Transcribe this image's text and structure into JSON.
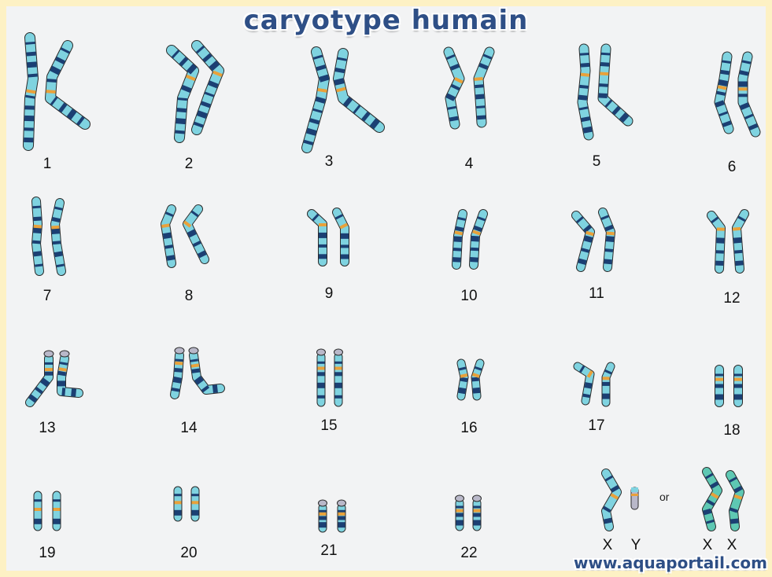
{
  "title": "caryotype humain",
  "website": "www.aquaportail.com",
  "colors": {
    "light": "#7fd3e0",
    "dark": "#1b3f73",
    "centromere": "#e9a13a",
    "satellite": "#b9b8c9",
    "outline": "#2a2a2a",
    "x_alt": "#5ec8b3"
  },
  "chromosomes": [
    {
      "label": "1"
    },
    {
      "label": "2"
    },
    {
      "label": "3"
    },
    {
      "label": "4"
    },
    {
      "label": "5"
    },
    {
      "label": "6"
    },
    {
      "label": "7"
    },
    {
      "label": "8"
    },
    {
      "label": "9"
    },
    {
      "label": "10"
    },
    {
      "label": "11"
    },
    {
      "label": "12"
    },
    {
      "label": "13"
    },
    {
      "label": "14"
    },
    {
      "label": "15"
    },
    {
      "label": "16"
    },
    {
      "label": "17"
    },
    {
      "label": "18"
    },
    {
      "label": "19"
    },
    {
      "label": "20"
    },
    {
      "label": "21"
    },
    {
      "label": "22"
    }
  ],
  "sex_chromosomes": {
    "male": [
      "X",
      "Y"
    ],
    "or_text": "or",
    "female": [
      "X",
      "X"
    ]
  }
}
